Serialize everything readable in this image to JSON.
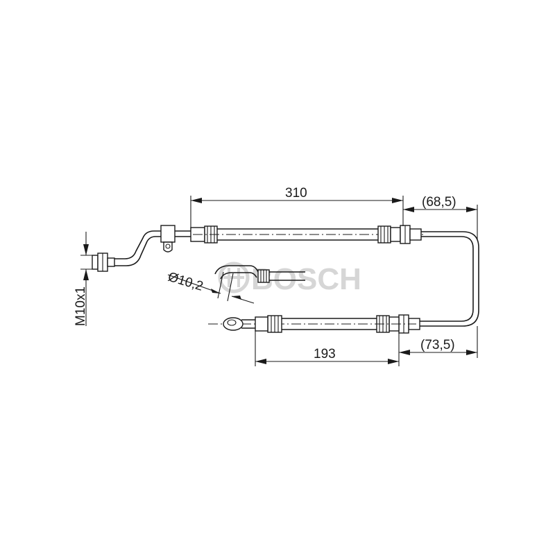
{
  "dimensions": {
    "top_length": "310",
    "top_right": "(68,5)",
    "bottom_length": "193",
    "bottom_right": "(73,5)",
    "diameter": "Ø10,2",
    "thread": "M10x1"
  },
  "watermark": {
    "brand": "BOSCH"
  },
  "colors": {
    "line": "#1a1a1a",
    "watermark": "#d2d2d2",
    "background": "#ffffff"
  }
}
